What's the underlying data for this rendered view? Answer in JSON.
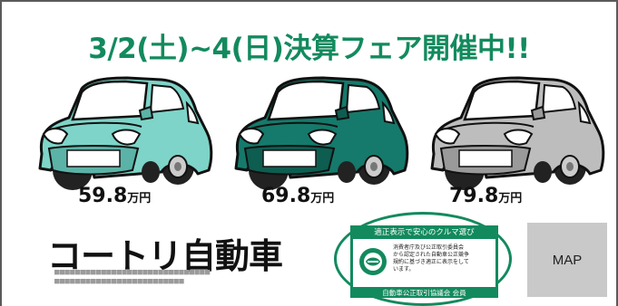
{
  "headline": "3/2(土)~4(日)決算フェア開催中!!",
  "cars": [
    {
      "price": "59.8",
      "unit": "万円",
      "body_color": "#7ed4c8",
      "shade_color": "#5bb3a7"
    },
    {
      "price": "69.8",
      "unit": "万円",
      "body_color": "#157a6b",
      "shade_color": "#0e5d51"
    },
    {
      "price": "79.8",
      "unit": "万円",
      "body_color": "#bdbdbd",
      "shade_color": "#9a9a9a"
    }
  ],
  "shop": {
    "name": "コートリ自動車",
    "info_lines": [
      "■■■■■■■■■■■■■■■■■■■■■■■■■■■■■■",
      "■■■■■■■■■■■■■■■■■■■■■■■■■"
    ]
  },
  "badge": {
    "header": "適正表示で安心のクルマ選び",
    "lines": [
      "消費者庁及び公正取引委員会",
      "から認定された自動車公正競争",
      "規約に基づき適正に表示をして",
      "います。"
    ],
    "footer": "自動車公正取引協議会 会員"
  },
  "map_button": {
    "label": "MAP"
  },
  "colors": {
    "accent_green": "#138a5e",
    "map_button_bg": "#c9c9c9",
    "border": "#5a5a5a"
  }
}
